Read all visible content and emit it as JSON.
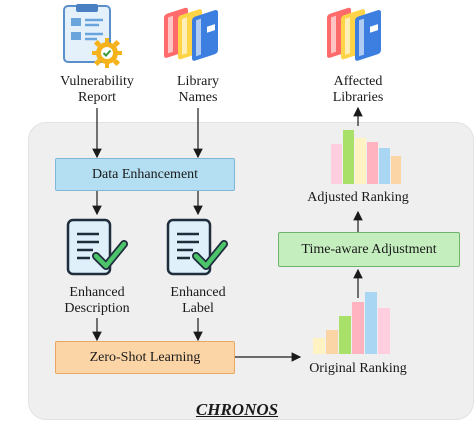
{
  "inputs": {
    "vulnerability_report": [
      "Vulnerability",
      "Report"
    ],
    "library_names": [
      "Library",
      "Names"
    ]
  },
  "output": {
    "affected_libraries": [
      "Affected",
      "Libraries"
    ]
  },
  "system": {
    "name": "CHRONOS"
  },
  "steps": {
    "data_enhancement": "Data Enhancement",
    "zero_shot": "Zero-Shot Learning",
    "time_aware": "Time-aware Adjustment"
  },
  "intermediates": {
    "enhanced_description": [
      "Enhanced",
      "Description"
    ],
    "enhanced_label": [
      "Enhanced",
      "Label"
    ],
    "original_ranking": "Original Ranking",
    "adjusted_ranking": "Adjusted Ranking"
  },
  "colors": {
    "panel": "#efefef",
    "blue_box": "#b4dff2",
    "green_box": "#c4eebe",
    "orange_box": "#fcd5a6",
    "bars": [
      "#fff3c4",
      "#fcd5a6",
      "#a8e06a",
      "#ffb3c1",
      "#a9d7f3",
      "#ffcfe0"
    ]
  },
  "icons": [
    "report-icon",
    "gear-badge-icon",
    "books-icon",
    "checklist-icon",
    "bar-ranking-icon"
  ]
}
